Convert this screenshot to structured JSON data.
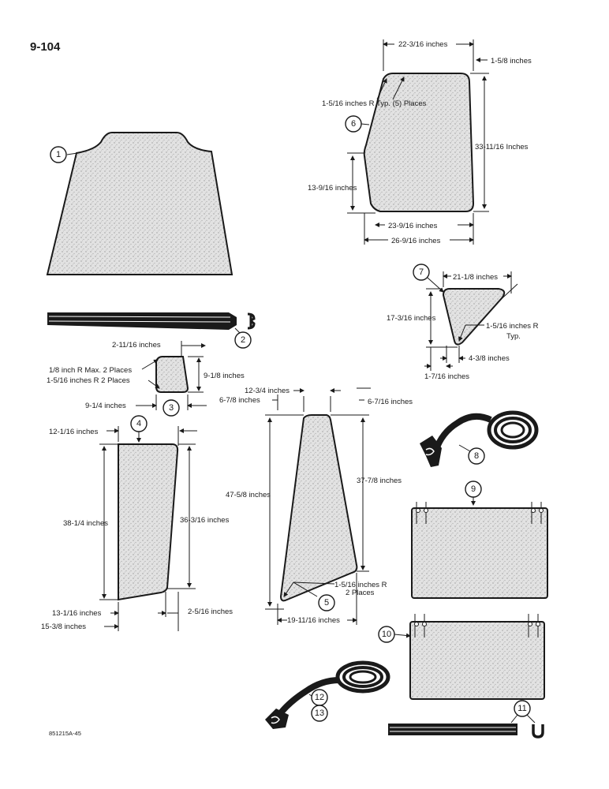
{
  "page": {
    "number": "9-104",
    "figure_id": "851215A-45"
  },
  "callouts": [
    "1",
    "2",
    "3",
    "4",
    "5",
    "6",
    "7",
    "8",
    "9",
    "10",
    "11",
    "12",
    "13"
  ],
  "part3": {
    "width_top": "2-11/16 inches",
    "radius_max": "1/8 inch R Max. 2 Places",
    "radius": "1-5/16 inches R 2 Places",
    "height": "9-1/8 inches",
    "width_bottom": "9-1/4 inches"
  },
  "part4": {
    "offset_top": "12-1/16 inches",
    "height_left": "38-1/4 inches",
    "height_right": "36-3/16 inches",
    "width_bottom": "13-1/16 inches",
    "offset_bottom": "2-5/16 inches",
    "width_overall": "15-3/8 inches"
  },
  "part5": {
    "width_top": "12-3/4 inches",
    "offset_top_left": "6-7/8 inches",
    "offset_top_right": "6-7/16 inches",
    "height_left": "47-5/8 inches",
    "height_right": "37-7/8 inches",
    "radius_line1": "1-5/16 inches R",
    "radius_line2": "2 Places",
    "width_bottom": "19-11/16 inches"
  },
  "part6": {
    "width_top": "22-3/16 inches",
    "offset_right": "1-5/8 inches",
    "radius": "1-5/16 inches R Typ. (5) Places",
    "height_right": "33-11/16 Inches",
    "height_left": "13-9/16 inches",
    "width_bottom": "23-9/16 inches",
    "width_overall": "26-9/16 inches"
  },
  "part7": {
    "width_top": "21-1/8 inches",
    "height": "17-3/16 inches",
    "radius_line1": "1-5/16 inches R",
    "radius_line2": "Typ.",
    "width_bottom": "4-3/8 inches",
    "offset_bottom": "1-7/16 inches"
  }
}
